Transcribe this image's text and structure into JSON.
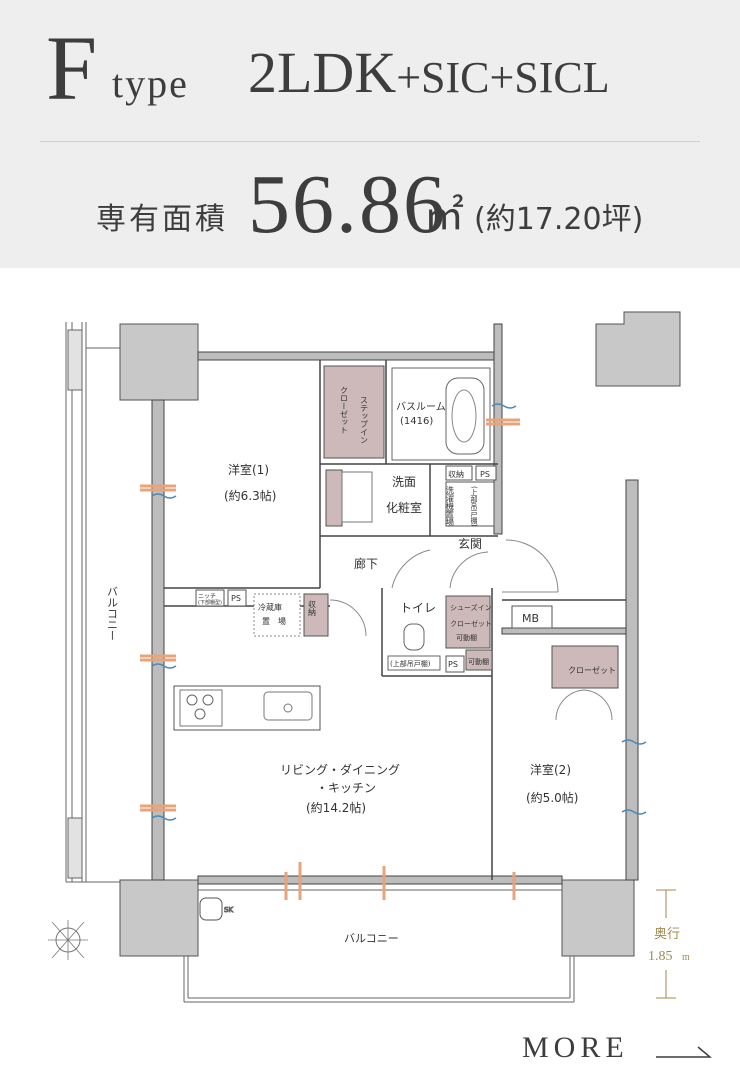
{
  "header": {
    "type_letter": "F",
    "type_word": "type",
    "layout_main": "2LDK",
    "layout_suffix": "+SIC+SICL",
    "area_label": "専有面積",
    "area_value": "56.86",
    "area_unit": "㎡",
    "area_tsubo": "(約17.20坪)"
  },
  "floorplan": {
    "rooms": {
      "western1_name": "洋室(1)",
      "western1_size": "(約6.3帖)",
      "western2_name": "洋室(2)",
      "western2_size": "(約5.0帖)",
      "ldk_name1": "リビング・ダイニング",
      "ldk_name2": "・キッチン",
      "ldk_size": "(約14.2帖)",
      "bathroom": "バスルーム",
      "bathroom_size": "(1416)",
      "washroom1": "洗面",
      "washroom2": "化粧室",
      "corridor": "廊下",
      "entrance": "玄関",
      "toilet": "トイレ",
      "mb": "MB",
      "balcony_side": "バルコニー",
      "balcony_bottom": "バルコニー",
      "sk": "SK"
    },
    "storage": {
      "step_in_closet": "ステップイン",
      "closet_v": "クローゼット",
      "closet": "クローゼット",
      "shoes_in": "シューズイン",
      "shoes_closet": "クローゼット",
      "movable_shelf": "可動棚",
      "movable_shelf2": "可動棚",
      "storage_a": "収納",
      "storage_b": "収納",
      "ps_a": "PS",
      "ps_b": "PS",
      "ps_c": "PS",
      "niche": "ニッチ",
      "niche_sub": "(下部棚型)",
      "fridge1": "冷蔵庫",
      "fridge2": "置　場",
      "washer": "洗濯機置場",
      "washer_shelf": "(上部吊戸棚)",
      "toilet_shelf": "(上部吊戸棚)"
    },
    "depth_label": "奥行",
    "depth_value": "1.85",
    "depth_unit": "m"
  },
  "footer": {
    "more": "MORE"
  }
}
